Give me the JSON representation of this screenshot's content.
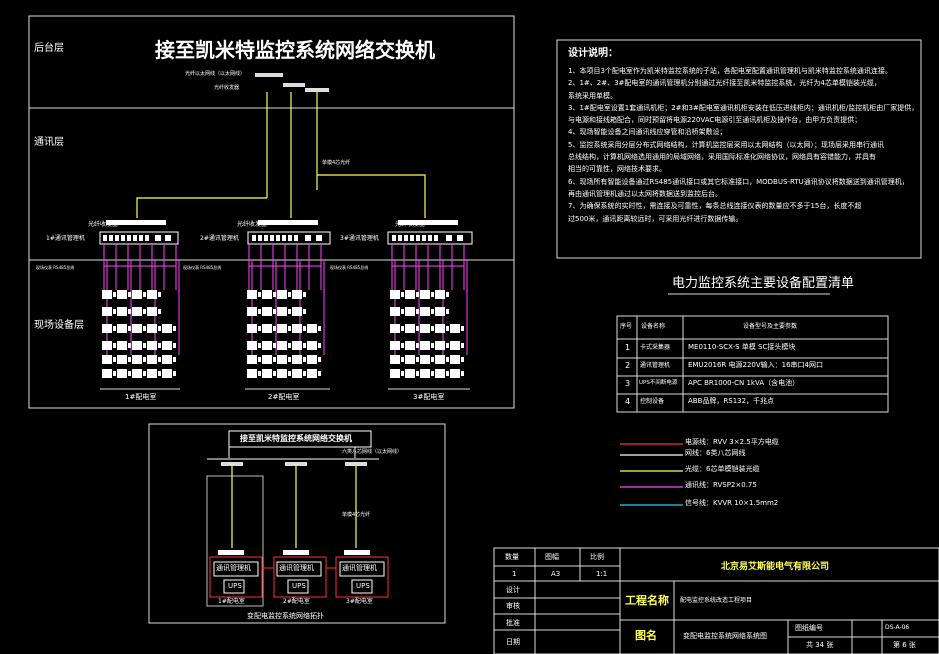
{
  "main_diagram": {
    "title": "接至凯米特监控系统网络交换机",
    "layers": [
      "后台层",
      "通讯层",
      "现场设备层"
    ],
    "top_labels": {
      "fiber_label": "光纤以太网线（以太网线）",
      "patch_panel": "光纤收发器"
    },
    "fiber_note": "单模4芯光纤",
    "stations": [
      {
        "transceiver": "光纤收发器",
        "manager": "1#通讯管理机",
        "room": "1#配电室"
      },
      {
        "transceiver": "光纤收发器",
        "manager": "2#通讯管理机",
        "room": "2#配电室"
      },
      {
        "transceiver": "光纤收发器",
        "manager": "3#通讯管理机",
        "room": "3#配电室"
      }
    ],
    "bus_note": "现场仪表 RS485总线"
  },
  "sub_diagram": {
    "title": "接至凯米特监控系统网络交换机",
    "top_label": "六类八芯网线（以太网线）",
    "fiber_note": "单模4芯光纤",
    "units": [
      {
        "manager": "通讯管理机",
        "ups": "UPS",
        "room": "1#配电室"
      },
      {
        "manager": "通讯管理机",
        "ups": "UPS",
        "room": "2#配电室"
      },
      {
        "manager": "通讯管理机",
        "ups": "UPS",
        "room": "3#配电室"
      }
    ],
    "caption": "变配电监控系统网络拓扑"
  },
  "design_notes": {
    "title": "设计说明：",
    "items": [
      "1、本项目3个配电室作为凯米特监控系统的子站，各配电室配置通讯管理机与凯米特监控系统通讯连接。",
      "2、1#、2#、3#配电室的通讯管理机分别通过光纤接至凯米特监控系统，光纤为4芯单模铠装光缆，",
      "   系统采用单模。",
      "3、1#配电室设置1套通讯机柜；2#和3#配电室通讯机柜安装在低压进线柜内；通讯机柜/监控机柜由厂家提供，",
      "   与电源和接线箱配合，同时预留将电源220VAC电源引至通讯机柜及操作台，由甲方负责提供；",
      "4、现场智能设备之间通讯线应穿管和沿桥架敷设；",
      "5、监控系统采用分层分布式网络结构，计算机监控层采用以太网结构（以太网）；现场层采用串行通讯",
      "   总线结构，计算机网络选用通用的局域网络，采用国际标准化网络协议，网络具有容错能力，并具有",
      "   相当的可靠性，网络技术要求。",
      "6、现场所有智能设备通过RS485通讯接口或其它标准接口，MODBUS-RTU通讯协议将数据送到通讯管理机，",
      "   再由通讯管理机通过以太网将数据送到监控后台。",
      "7、为确保系统的实时性，需连接及可靠性，每条总线连接仪表的数量应不多于15台，长度不超",
      "   过500米，通讯距离较远时，可采用光纤进行数据传输。"
    ]
  },
  "equipment_list": {
    "title": "电力监控系统主要设备配置清单",
    "headers": [
      "序号",
      "设备名称",
      "设备型号及主要参数"
    ],
    "rows": [
      [
        "1",
        "卡式采集器",
        "ME0110-SCX-S 单模 SC接头模块"
      ],
      [
        "2",
        "通讯管理机",
        "EMU2016R 电源220V输入：16串口4网口"
      ],
      [
        "3",
        "UPS不间断电源",
        "APC BR1000-CN 1kVA（含电池）"
      ],
      [
        "4",
        "控制设备",
        "ABB品牌，RS132，千兆点"
      ]
    ]
  },
  "legend": [
    {
      "text": "电源线：RVV 3×2.5平方电缆",
      "color": "#ff3030"
    },
    {
      "text": "网线：6类八芯网线",
      "color": "#ffffff"
    },
    {
      "text": "光缆：6芯单模铠装光缆",
      "color": "#ffff55"
    },
    {
      "text": "通讯线：RVSP2×0.75",
      "color": "#ff44ff"
    },
    {
      "text": "信号线：KVVR 10×1.5mm2",
      "color": "#22d3ee"
    }
  ],
  "title_block": {
    "headers": [
      "数量",
      "图幅",
      "比例"
    ],
    "values": [
      "1",
      "A3",
      "1:1"
    ],
    "company": "北京易艾斯能电气有限公司",
    "rows": [
      "设计",
      "审核",
      "批准",
      "日期"
    ],
    "project_label": "工程名称",
    "project_name": "配电监控系统改造工程项目",
    "drawing_label": "图名",
    "drawing_name": "变配电监控系统网络系统图",
    "number_label": "图纸编号",
    "number_value": "DS-A-06",
    "total_sheets": "共 34 张",
    "sheet_no": "第 6 张"
  },
  "colors": {
    "fiber": "#ffff55",
    "network": "#ffffff",
    "bus": "#ff44ff",
    "power": "#ff3030",
    "signal": "#22d3ee"
  }
}
